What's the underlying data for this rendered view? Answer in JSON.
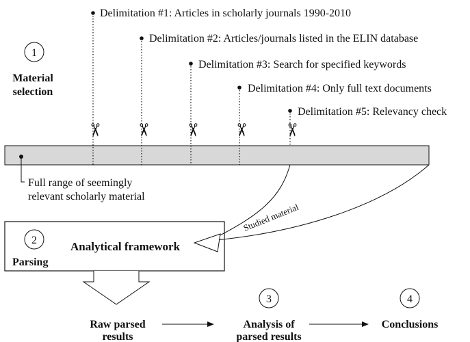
{
  "delimitations": [
    {
      "label": "Delimitation #1: Articles in scholarly journals 1990-2010"
    },
    {
      "label": "Delimitation #2: Articles/journals listed in the ELIN database"
    },
    {
      "label": "Delimitation #3: Search for specified keywords"
    },
    {
      "label": "Delimitation #4: Only full text documents"
    },
    {
      "label": "Delimitation #5: Relevancy check"
    }
  ],
  "steps": {
    "material_selection": {
      "number": "1",
      "label_line1": "Material",
      "label_line2": "selection"
    },
    "parsing": {
      "number": "2",
      "label": "Parsing",
      "framework": "Analytical framework"
    },
    "analysis": {
      "number": "3",
      "line1": "Analysis of",
      "line2": "parsed results"
    },
    "conclusions": {
      "number": "4",
      "label": "Conclusions"
    }
  },
  "full_range": {
    "line1": "Full range of seemingly",
    "line2": "relevant scholarly material"
  },
  "studied_material": "Studied material",
  "raw_results": {
    "line1": "Raw parsed",
    "line2": "results"
  },
  "scissors_glyph": "✂",
  "icons": [
    "scissors-icon",
    "arrow-icon"
  ],
  "colors": {
    "bar_fill": "#d8d8d8",
    "stroke": "#111111"
  }
}
